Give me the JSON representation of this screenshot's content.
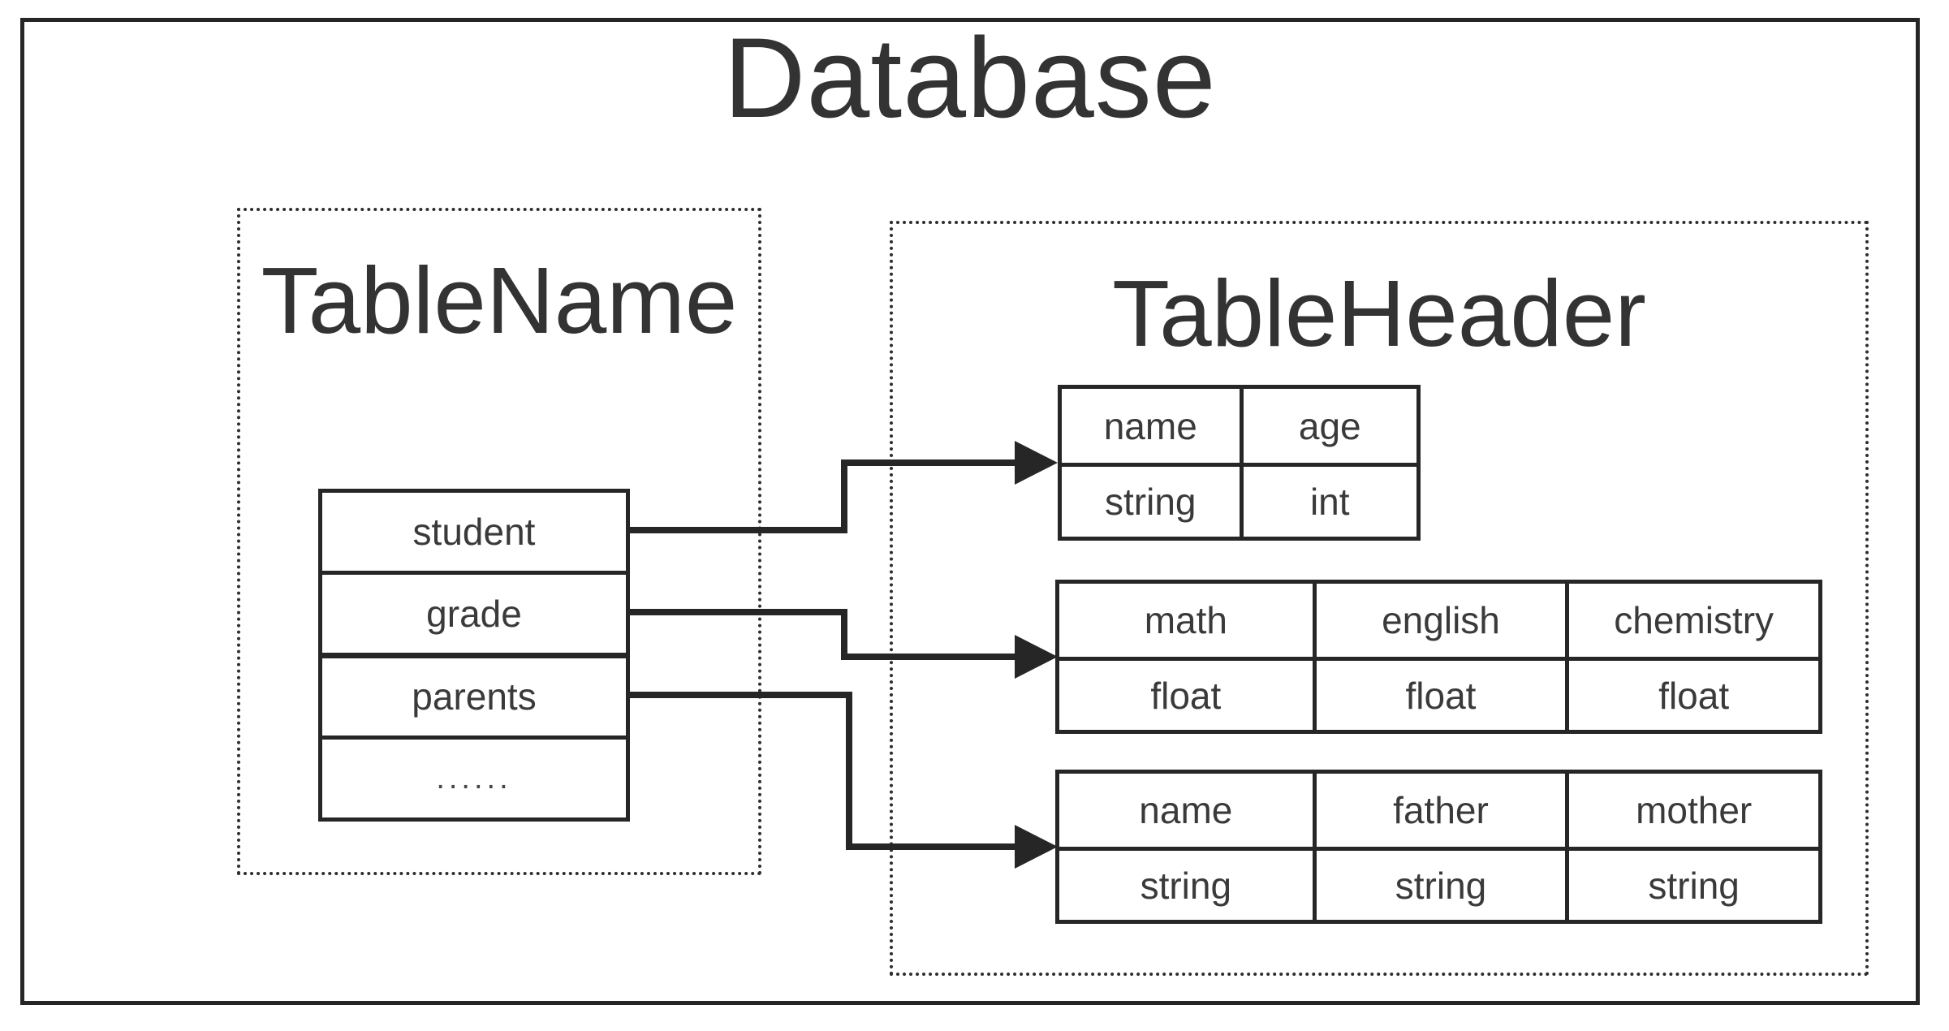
{
  "diagram": {
    "title": "Database",
    "left_panel": {
      "title": "TableName",
      "items": [
        "student",
        "grade",
        "parents",
        "......"
      ]
    },
    "right_panel": {
      "title": "TableHeader",
      "tables": [
        {
          "headers": [
            "name",
            "age"
          ],
          "types": [
            "string",
            "int"
          ]
        },
        {
          "headers": [
            "math",
            "english",
            "chemistry"
          ],
          "types": [
            "float",
            "float",
            "float"
          ]
        },
        {
          "headers": [
            "name",
            "father",
            "mother"
          ],
          "types": [
            "string",
            "string",
            "string"
          ]
        }
      ]
    },
    "connections": [
      {
        "from": "student",
        "to": "name/age table"
      },
      {
        "from": "grade",
        "to": "math/english/chemistry table"
      },
      {
        "from": "parents",
        "to": "name/father/mother table"
      }
    ],
    "colors": {
      "stroke": "#262626",
      "text": "#3a3a3a",
      "background": "#ffffff"
    }
  }
}
